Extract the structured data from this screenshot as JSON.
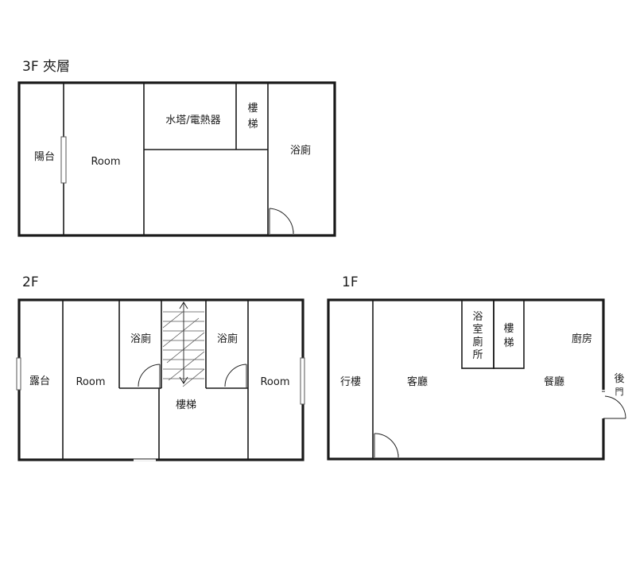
{
  "floors": {
    "f3": {
      "title": "3F 夾層",
      "rooms": {
        "balcony": "陽台",
        "room": "Room",
        "water_tower": "水塔/電熱器",
        "stairs": [
          "樓",
          "梯"
        ],
        "bath": "浴廁"
      }
    },
    "f2": {
      "title": "2F",
      "rooms": {
        "terrace": "露台",
        "room_left": "Room",
        "bath_left": "浴廁",
        "bath_right": "浴廁",
        "stairs": "樓梯",
        "room_right": "Room"
      }
    },
    "f1": {
      "title": "1F",
      "rooms": {
        "walkway": "行樓",
        "living": "客廳",
        "bathroom": [
          "浴",
          "室",
          "廁",
          "所"
        ],
        "stairs": [
          "樓",
          "梯"
        ],
        "kitchen": "廚房",
        "dining": "餐廳",
        "back_door": [
          "後",
          "門"
        ]
      }
    }
  }
}
